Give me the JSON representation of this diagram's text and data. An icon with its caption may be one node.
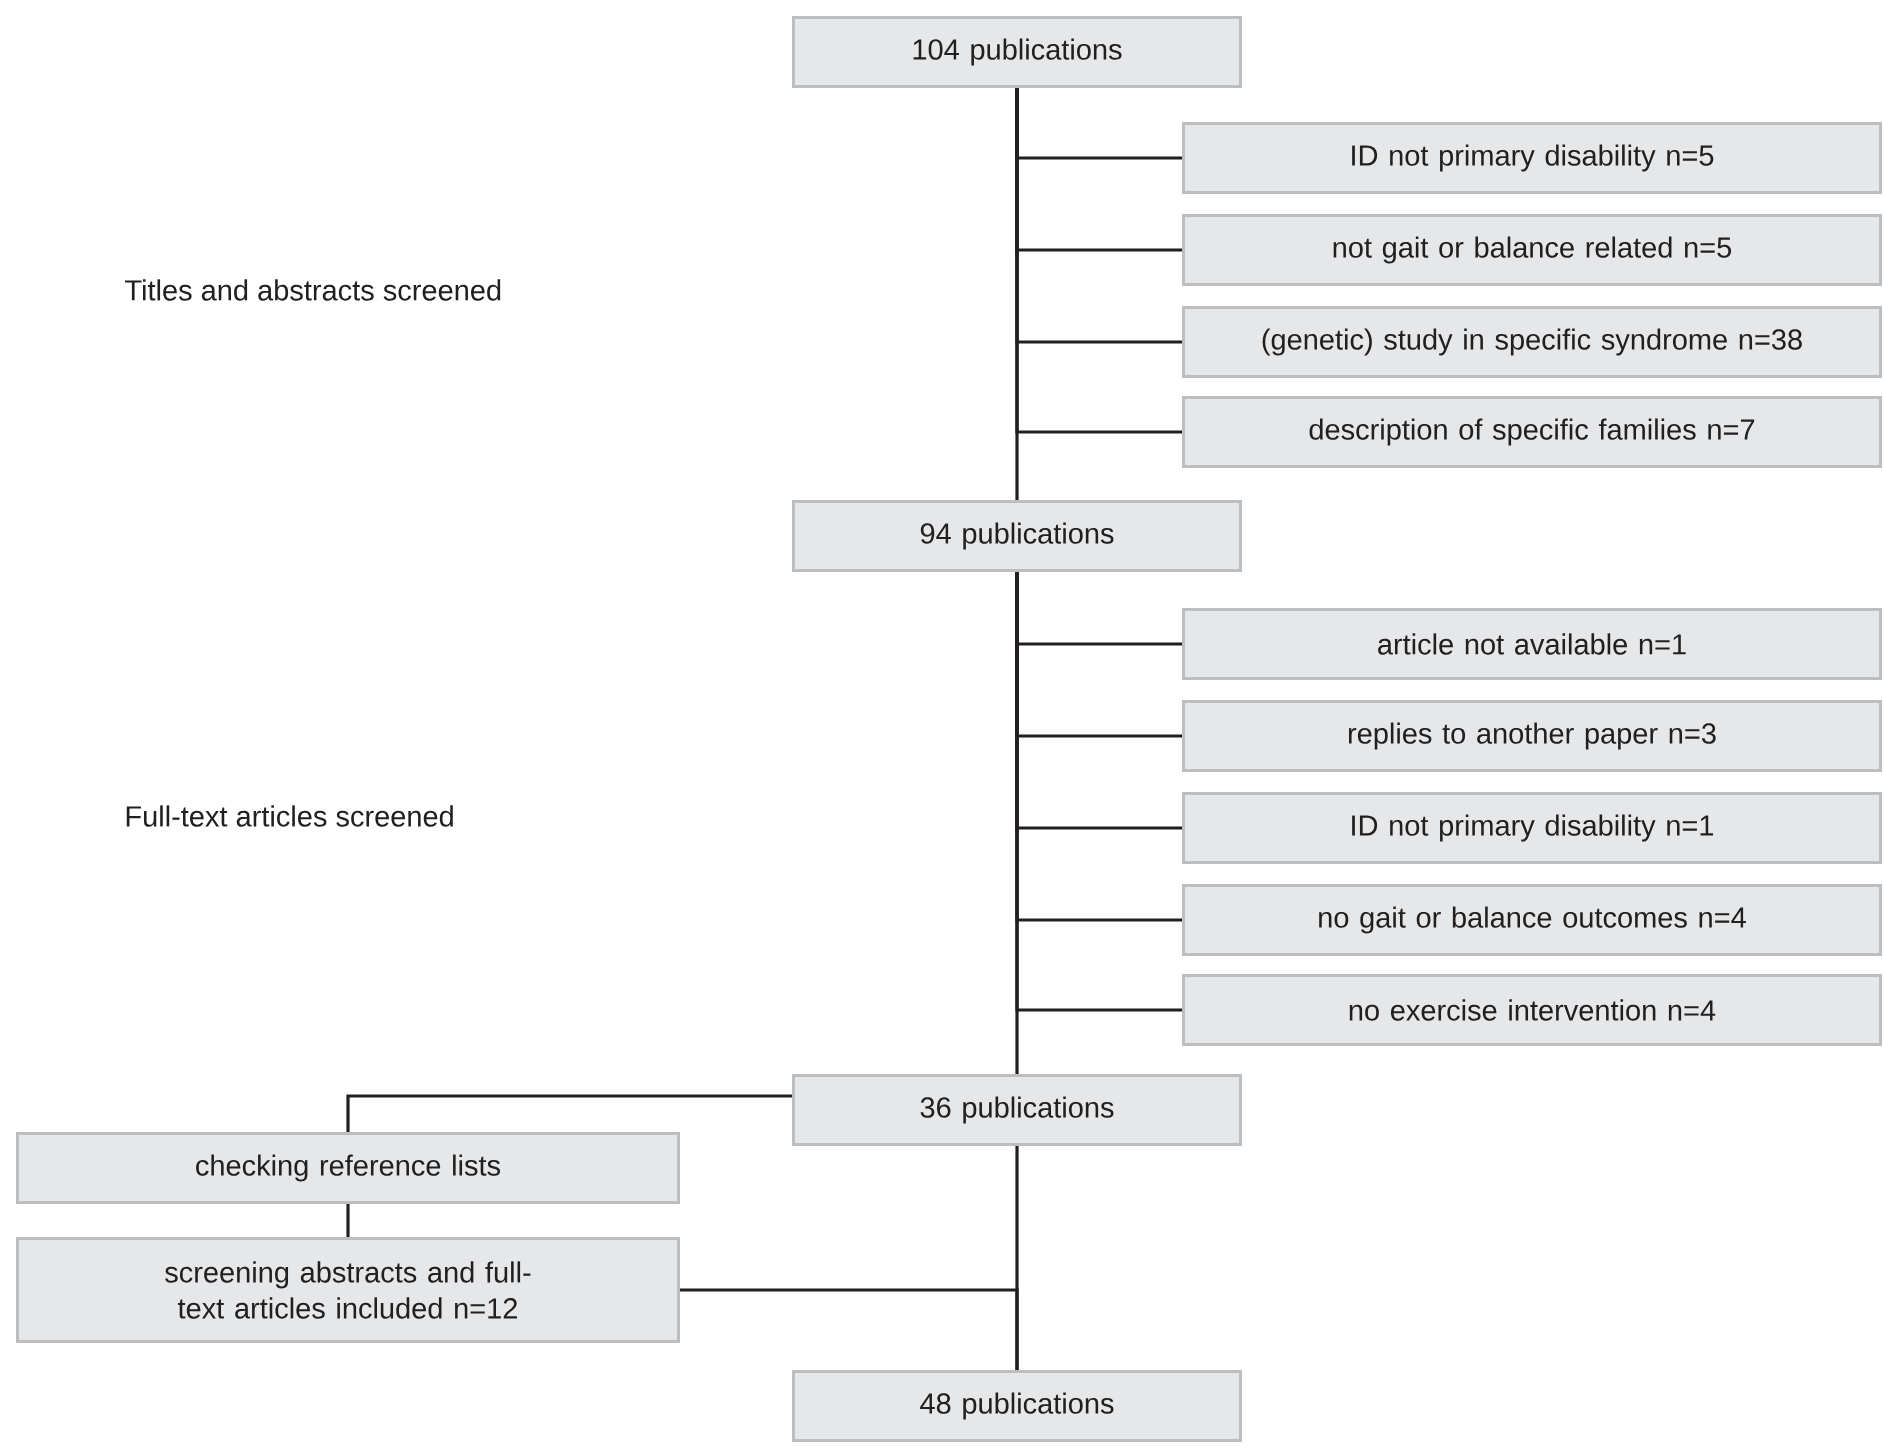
{
  "diagram": {
    "nodes": [
      {
        "text": [
          "104 publications"
        ]
      },
      {
        "text": [
          "ID not primary disability n=5"
        ]
      },
      {
        "text": [
          "not gait or balance related n=5"
        ]
      },
      {
        "text": [
          "(genetic) study in specific syndrome n=38"
        ]
      },
      {
        "text": [
          "description of specific families n=7"
        ]
      },
      {
        "text": [
          "94 publications"
        ]
      },
      {
        "text": [
          "article not available n=1"
        ]
      },
      {
        "text": [
          "replies to another paper n=3"
        ]
      },
      {
        "text": [
          "ID not primary disability n=1"
        ]
      },
      {
        "text": [
          "no gait or balance outcomes n=4"
        ]
      },
      {
        "text": [
          "no exercise intervention n=4"
        ]
      },
      {
        "text": [
          "36 publications"
        ]
      },
      {
        "text": [
          "checking reference lists"
        ]
      },
      {
        "text": [
          "screening abstracts and full-text articles included n=12"
        ]
      },
      {
        "text": [
          "48 publications"
        ]
      }
    ],
    "edges": [
      {
        "from": 0,
        "to": 5,
        "arrow": "none"
      },
      {
        "from": 0,
        "to": 1,
        "arrow": "none"
      },
      {
        "from": 0,
        "to": 2,
        "arrow": "none"
      },
      {
        "from": 0,
        "to": 3,
        "arrow": "none"
      },
      {
        "from": 0,
        "to": 4,
        "arrow": "none"
      },
      {
        "from": 5,
        "to": 11,
        "arrow": "none"
      },
      {
        "from": 5,
        "to": 6,
        "arrow": "none"
      },
      {
        "from": 5,
        "to": 7,
        "arrow": "none"
      },
      {
        "from": 5,
        "to": 8,
        "arrow": "none"
      },
      {
        "from": 5,
        "to": 9,
        "arrow": "none"
      },
      {
        "from": 5,
        "to": 10,
        "arrow": "none"
      },
      {
        "from": 11,
        "to": 12,
        "arrow": "none"
      },
      {
        "from": 12,
        "to": 13,
        "arrow": "none"
      },
      {
        "from": 11,
        "to": 14,
        "arrow": "none"
      },
      {
        "from": 13,
        "to": 14,
        "arrow": "none"
      }
    ],
    "labels": [
      "Titles and abstracts screened",
      "Full-text articles screened"
    ]
  }
}
